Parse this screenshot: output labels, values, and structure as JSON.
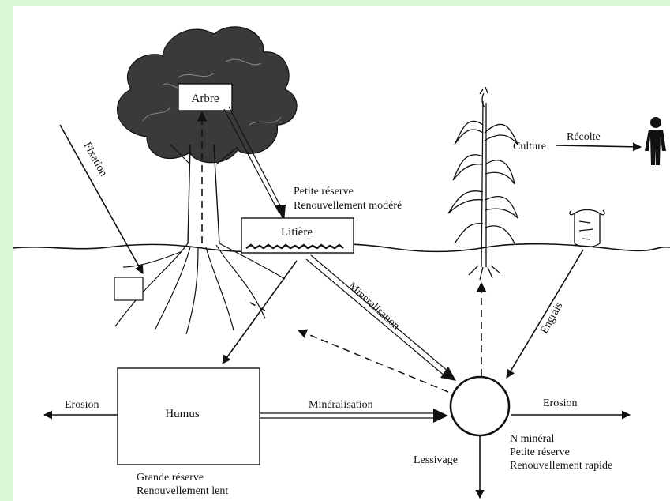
{
  "labels": {
    "arbre": "Arbre",
    "litiere": "Litière",
    "humus": "Humus",
    "fixation": "Fixation",
    "mineralisation_top": "Minéralisation",
    "mineralisation_mid": "Minéralisation",
    "engrais": "Engrais",
    "culture": "Culture",
    "recolte": "Récolte",
    "erosion_left": "Erosion",
    "erosion_right": "Erosion",
    "lessivage": "Lessivage",
    "litiere_note_1": "Petite réserve",
    "litiere_note_2": "Renouvellement modéré",
    "humus_note_1": "Grande réserve",
    "humus_note_2": "Renouvellement lent",
    "nmin_note_1": "N minéral",
    "nmin_note_2": "Petite réserve",
    "nmin_note_3": "Renouvellement rapide"
  },
  "colors": {
    "ink": "#111111",
    "border": "#d9f7d2",
    "paper": "#ffffff"
  },
  "icons": [
    "tree",
    "maize-plant",
    "person-icon",
    "fertilizer-bag-icon"
  ]
}
